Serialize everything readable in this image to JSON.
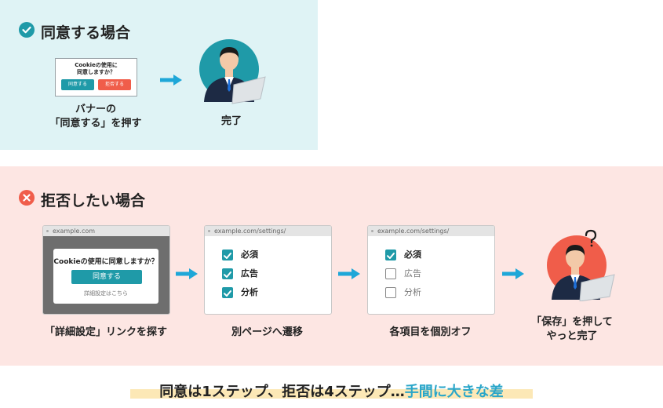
{
  "colors": {
    "agree_bg": "#dff3f5",
    "refuse_bg": "#fde6e3",
    "accent_teal": "#1f9aa8",
    "accent_red": "#f05d4a",
    "arrow": "#1ea7d8",
    "highlight": "#fce8b6",
    "summary_accent": "#2aa6c9"
  },
  "agree": {
    "title": "同意する場合",
    "icon": "check-circle-icon",
    "banner": {
      "question_line1": "Cookieの使用に",
      "question_line2": "同意しますか？",
      "agree_btn": "同意する",
      "refuse_btn": "拒否する"
    },
    "step1_caption_line1": "バナーの",
    "step1_caption_line2": "「同意する」を押す",
    "step2_caption": "完了"
  },
  "refuse": {
    "title": "拒否したい場合",
    "icon": "cross-circle-icon",
    "step1": {
      "url": "example.com",
      "question": "Cookieの使用に同意しますか？",
      "button": "同意する",
      "link": "詳細設定はこちら",
      "caption": "「詳細設定」リンクを探す"
    },
    "step2": {
      "url": "example.com/settings/",
      "options": [
        {
          "label": "必須",
          "checked": true
        },
        {
          "label": "広告",
          "checked": true
        },
        {
          "label": "分析",
          "checked": true
        }
      ],
      "caption": "別ページへ遷移"
    },
    "step3": {
      "url": "example.com/settings/",
      "options": [
        {
          "label": "必須",
          "checked": true
        },
        {
          "label": "広告",
          "checked": false
        },
        {
          "label": "分析",
          "checked": false
        }
      ],
      "caption": "各項目を個別オフ"
    },
    "step4": {
      "caption_line1": "「保存」を押して",
      "caption_line2": "やっと完了"
    }
  },
  "summary": {
    "main": "同意は1ステップ、拒否は4ステップ…",
    "accent": "手間に大きな差"
  }
}
